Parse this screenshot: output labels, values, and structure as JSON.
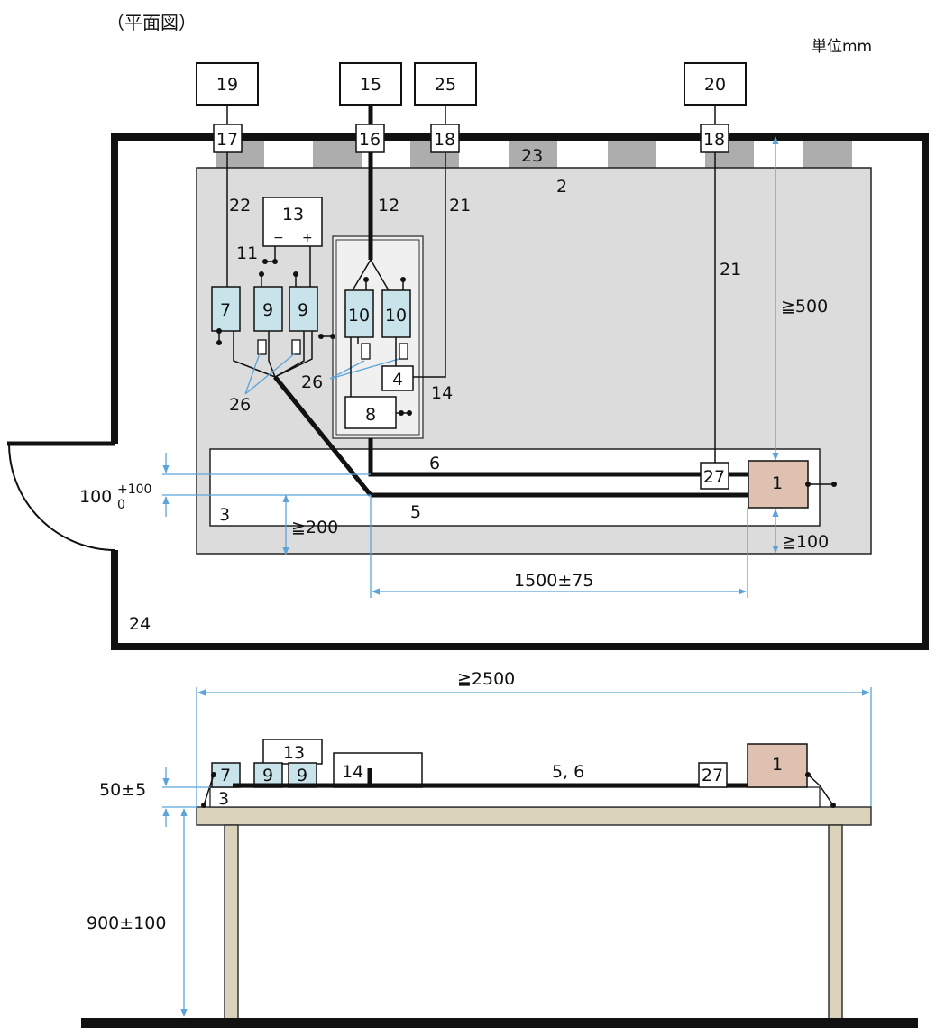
{
  "title": "（平面図）",
  "unit": "単位mm",
  "colors": {
    "table_top": "#dcdcdc",
    "wall_block": "#adadad",
    "blue_box": "#c8e3ea",
    "eut": "#dfc1b1",
    "dim_line": "#5ba3d9",
    "wood": "#dbd2bc",
    "thick_line": "#111111"
  },
  "plan": {
    "outside": [
      "19",
      "15",
      "25",
      "20"
    ],
    "wall_items": [
      "17",
      "16",
      "18",
      "18"
    ],
    "block_label": "23",
    "table": "2",
    "bench": "3",
    "room": "24",
    "eut": "1",
    "item_4": "4",
    "item_8": "8",
    "item_7": "7",
    "item_9": "9",
    "item_10": "10",
    "item_13": "13",
    "polarity": [
      "−",
      "+"
    ],
    "cable_12": "12",
    "cable_11": "11",
    "cable_22": "22",
    "cable_21": "21",
    "cable_21b": "21",
    "cable_14": "14",
    "probe_26": "26",
    "probe_26b": "26",
    "line_6": "6",
    "line_5": "5",
    "item_27": "27",
    "dim_500": "≧500",
    "dim_200": "≧200",
    "dim_100": "≧100",
    "dim_1500": "1500±75",
    "dim_100_base": "100",
    "dim_100_sup": "+100",
    "dim_100_sub": "0"
  },
  "elevation": {
    "dim_2500": "≧2500",
    "dim_50": "50±5",
    "dim_900": "900±100",
    "bench": "3",
    "item_7": "7",
    "item_9": "9",
    "item_13": "13",
    "item_14": "14",
    "cables": "5, 6",
    "item_27": "27",
    "eut": "1"
  }
}
